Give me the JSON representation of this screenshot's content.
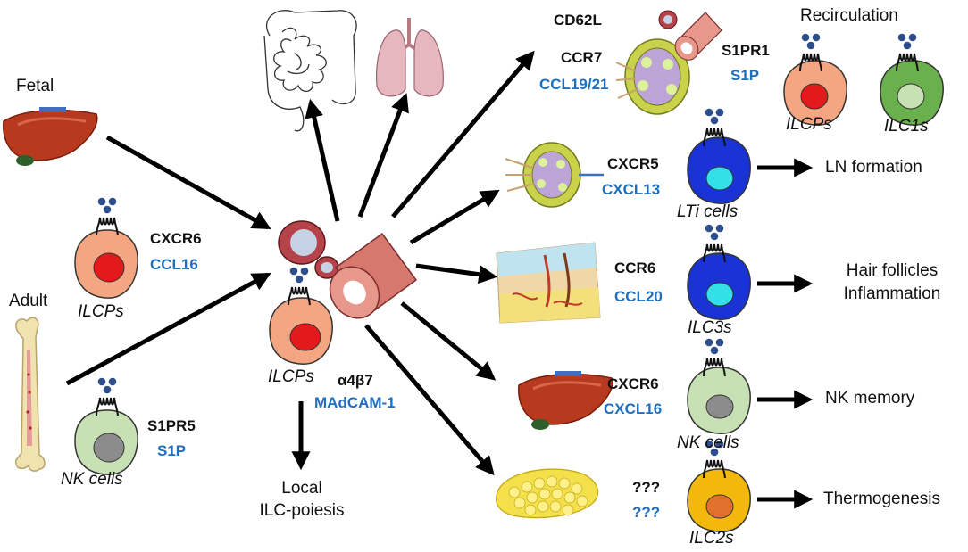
{
  "labels": {
    "fetal": "Fetal",
    "adult": "Adult",
    "ilcps_left": "ILCPs",
    "nk_cells_left": "NK cells",
    "ilcps_center": "ILCPs",
    "local_line1": "Local",
    "local_line2": "ILC-poiesis",
    "recirculation": "Recirculation",
    "ilcps_right": "ILCPs",
    "ilc1s": "ILC1s",
    "lti_cells": "LTi cells",
    "ilc3s": "ILC3s",
    "nk_cells_right": "NK cells",
    "ilc2s": "ILC2s"
  },
  "receptors": {
    "cxcr6_left": "CXCR6",
    "ccl16": "CCL16",
    "s1pr5": "S1PR5",
    "s1p_left": "S1P",
    "a4b7": "α4β7",
    "madcam": "MAdCAM-1",
    "cd62l": "CD62L",
    "ccr7": "CCR7",
    "ccl19_21": "CCL19/21",
    "s1pr1": "S1PR1",
    "s1p_right": "S1P",
    "cxcr5": "CXCR5",
    "cxcl13": "CXCL13",
    "ccr6": "CCR6",
    "ccl20": "CCL20",
    "cxcr6_right": "CXCR6",
    "cxcl16": "CXCL16",
    "unk_receptor": "???",
    "unk_ligand": "???"
  },
  "outcomes": {
    "ln_formation": "LN formation",
    "hair_line1": "Hair follicles",
    "hair_line2": "Inflammation",
    "nk_memory": "NK memory",
    "thermogenesis": "Thermogenesis"
  },
  "colors": {
    "text_receptor": "#111111",
    "text_ligand": "#1f6fc0",
    "ilcp_cell": "#f4a582",
    "ilcp_nucleus": "#e31a1c",
    "nk_cell": "#c7e0b4",
    "nk_nucleus": "#8c8c8c",
    "ilc1_cell": "#6ab04c",
    "lti_cell": "#1a33d6",
    "lti_nucleus": "#33e0e8",
    "ilc2_cell": "#f2b90c",
    "ilc2_nucleus": "#e0702c",
    "liver": "#b83a1e",
    "chemokine_dot": "#2d4e8c"
  },
  "icons": [
    "liver-icon",
    "bone-icon",
    "intestine-icon",
    "lung-icon",
    "lymph-node-icon",
    "skin-icon",
    "adipose-icon",
    "blood-vessel-icon",
    "cell-icon",
    "receptor-icon"
  ]
}
